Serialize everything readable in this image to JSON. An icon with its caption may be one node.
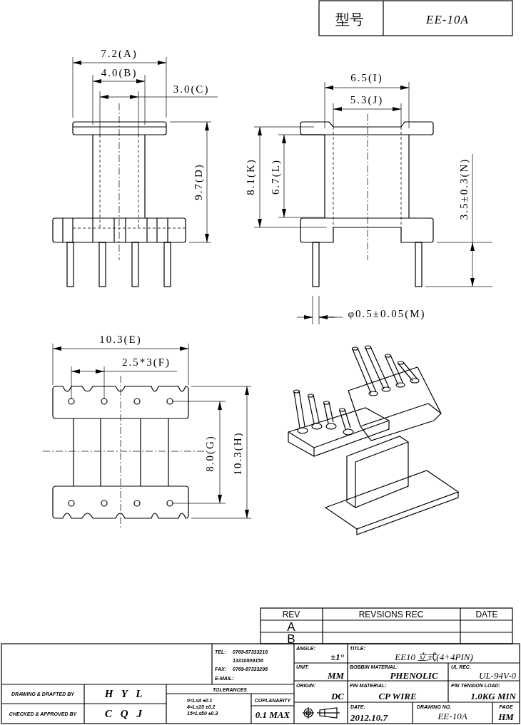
{
  "diagram": {
    "labels": [
      "型号",
      "EE-10A",
      "7.2(A)",
      "4.0(B)",
      "3.0(C)",
      "9.7(D)",
      "6.5(I)",
      "5.3(J)",
      "8.1(K)",
      "6.7(L)",
      "3.5±0.3(N)",
      "φ0.5±0.05(M)",
      "10.3(E)",
      "2.5*3(F)",
      "8.0(G)",
      "10.3(H)",
      "REV",
      "REVSIONS REC",
      "DATE",
      "A",
      "B",
      "TEL:",
      "0769-87333216",
      "13310809156",
      "FAX:",
      "0769-87333296",
      "E-MAIL:",
      "ANGLE:",
      "±1°",
      "TITLE:",
      "EE10 立式(4+4PIN)",
      "UNIT:",
      "MM",
      "BOBBIN MATERIAL:",
      "PHENOLIC",
      "UL REC.",
      "UL-94V-0",
      "ORIGIN:",
      "DC",
      "PIN MATERIAL:",
      "CP WIRE",
      "PIN TENSION LOAD:",
      "1.0KG MIN",
      "DRAWING & DRAFTED BY",
      "H Y L",
      "TOLERANCES",
      "0<L≤4 ±0.1",
      "4<L≤15 ±0.2",
      "15<L≤50 ±0.3",
      "COPLANARITY",
      "0.1 MAX",
      "DATE:",
      "2012.10.7",
      "DRAWING NO.",
      "EE-10A",
      "PAGE",
      "HM",
      "CHECKED & APPROVED BY",
      "C Q J"
    ]
  }
}
